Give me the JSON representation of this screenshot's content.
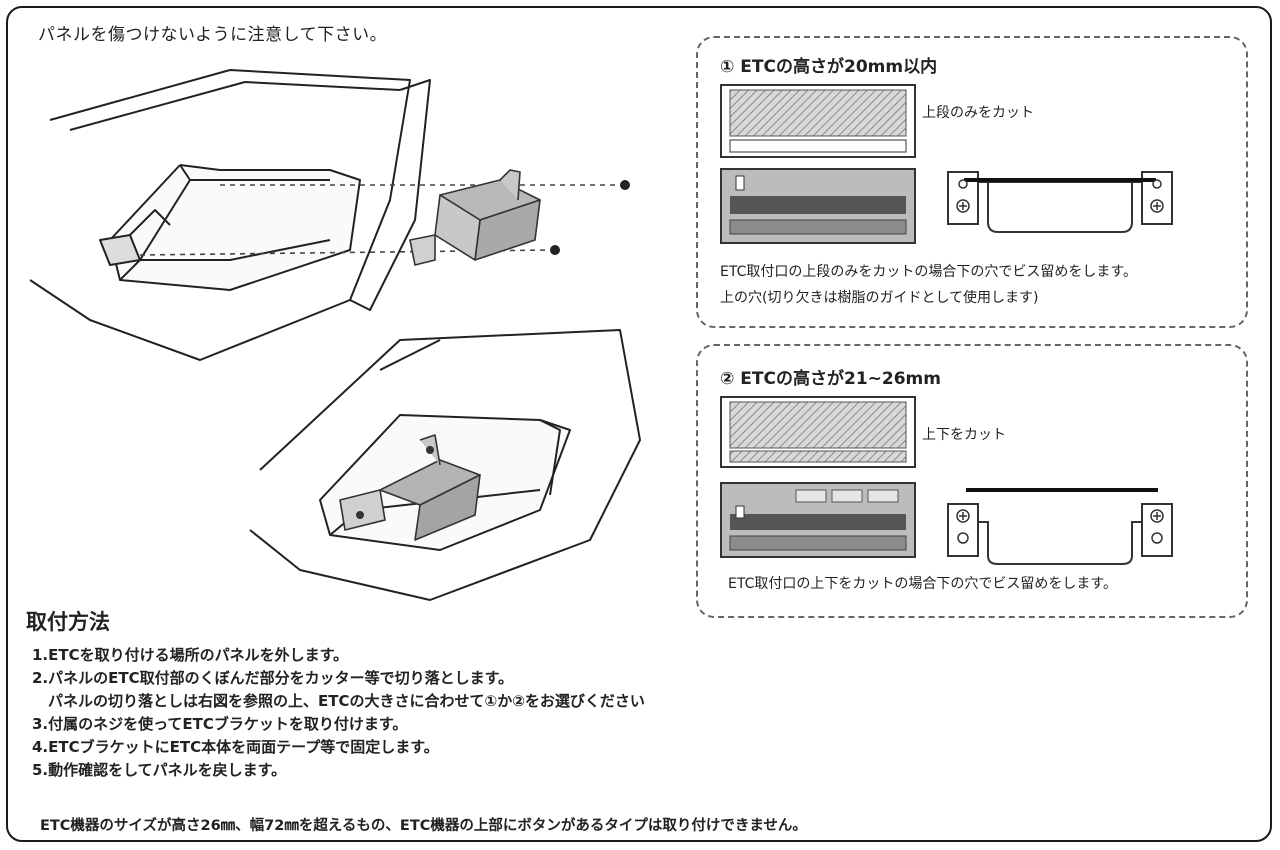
{
  "caution": "パネルを傷つけないように注意して下さい。",
  "option1": {
    "title": "① ETCの高さが20mm以内",
    "cut_label": "上段のみをカット",
    "note_line1": "ETC取付口の上段のみをカットの場合下の穴でビス留めをします。",
    "note_line2": "上の穴(切り欠きは樹脂のガイドとして使用します)"
  },
  "option2": {
    "title": "② ETCの高さが21~26mm",
    "cut_label": "上下をカット",
    "note_line1": "ETC取付口の上下をカットの場合下の穴でビス留めをします。"
  },
  "method": {
    "title": "取付方法",
    "steps": [
      "1.ETCを取り付ける場所のパネルを外します。",
      "2.パネルのETC取付部のくぼんだ部分をカッター等で切り落とします。",
      "パネルの切り落としは右図を参照の上、ETCの大きさに合わせて①か②をお選びください",
      "3.付属のネジを使ってETCブラケットを取り付けます。",
      "4.ETCブラケットにETC本体を両面テープ等で固定します。",
      "5.動作確認をしてパネルを戻します。"
    ]
  },
  "footer": "ETC機器のサイズが高さ26㎜、幅72㎜を超えるもの、ETC機器の上部にボタンがあるタイプは取り付けできません。"
}
